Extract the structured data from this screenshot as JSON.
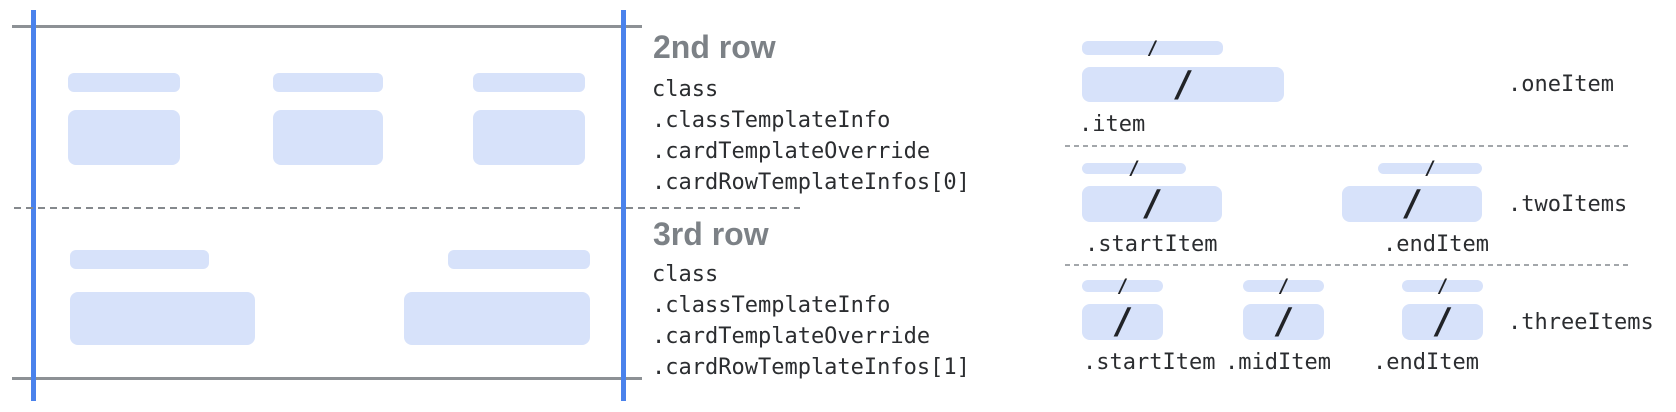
{
  "glyphs": {
    "slash": "/"
  },
  "colors": {
    "bar_fill": "#d7e2fa",
    "guide_blue": "#4a82ec",
    "line_gray": "#8d9195",
    "dash_gray": "#85898d",
    "heading_gray": "#7c8186",
    "code_text": "#2b2d30",
    "slash_dark": "#212327"
  },
  "rows": [
    {
      "heading": "2nd row",
      "class_lines": [
        "class",
        ".classTemplateInfo",
        ".cardTemplateOverride",
        ".cardRowTemplateInfos[0]"
      ]
    },
    {
      "heading": "3rd row",
      "class_lines": [
        "class",
        ".classTemplateInfo",
        ".cardTemplateOverride",
        ".cardRowTemplateInfos[1]"
      ]
    }
  ],
  "layouts": {
    "one_item": {
      "label": ".oneItem",
      "items": [
        ".item"
      ]
    },
    "two_items": {
      "label": ".twoItems",
      "items": [
        ".startItem",
        ".endItem"
      ]
    },
    "three_items": {
      "label": ".threeItems",
      "items": [
        ".startItem",
        ".midItem",
        ".endItem"
      ]
    }
  }
}
